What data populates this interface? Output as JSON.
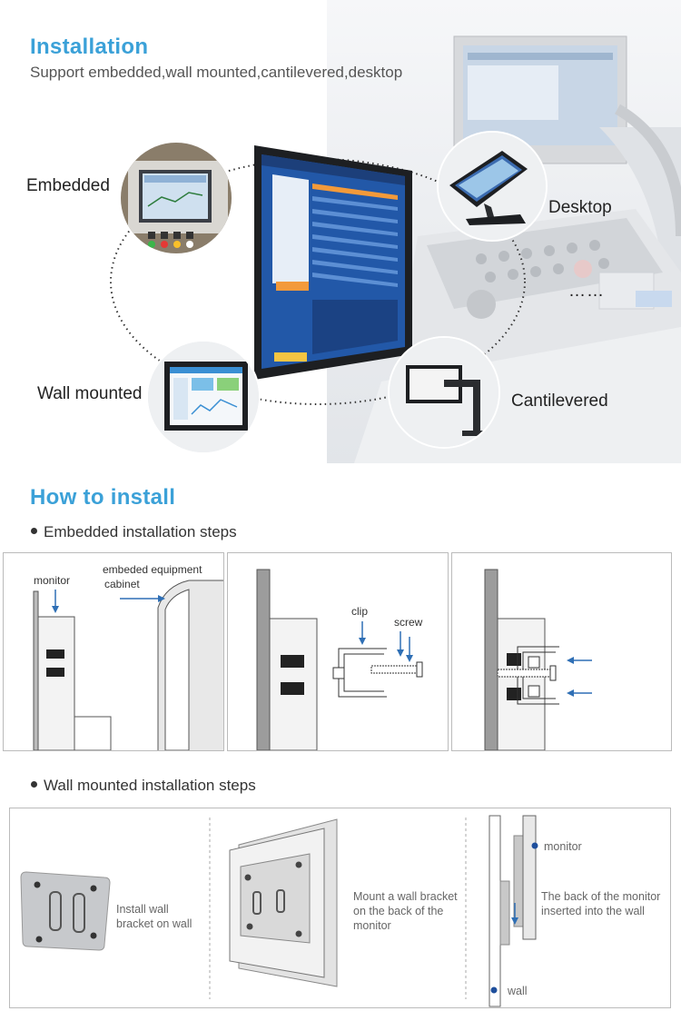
{
  "installation": {
    "title": "Installation",
    "subtitle": "Support embedded,wall mounted,cantilevered,desktop",
    "labels": {
      "embedded": "Embedded",
      "desktop": "Desktop",
      "wall_mounted": "Wall mounted",
      "cantilevered": "Cantilevered",
      "more": "……"
    }
  },
  "how_to_install": {
    "title": "How to install",
    "embedded_heading": "Embedded installation steps",
    "embedded_steps": {
      "monitor": "monitor",
      "cabinet_line1": "embeded equipment",
      "cabinet_line2": "cabinet",
      "clip": "clip",
      "screw": "screw"
    },
    "wall_heading": "Wall mounted installation steps",
    "wall_steps": {
      "step1_line1": "Install wall",
      "step1_line2": "bracket on wall",
      "step2_line1": "Mount a wall bracket",
      "step2_line2": "on the back of the",
      "step2_line3": "monitor",
      "monitor": "monitor",
      "step3_line1": "The back of the monitor",
      "step3_line2": "inserted into the wall",
      "wall": "wall"
    }
  },
  "colors": {
    "accent": "#3ba1d8",
    "arrow": "#2f6fb5"
  }
}
